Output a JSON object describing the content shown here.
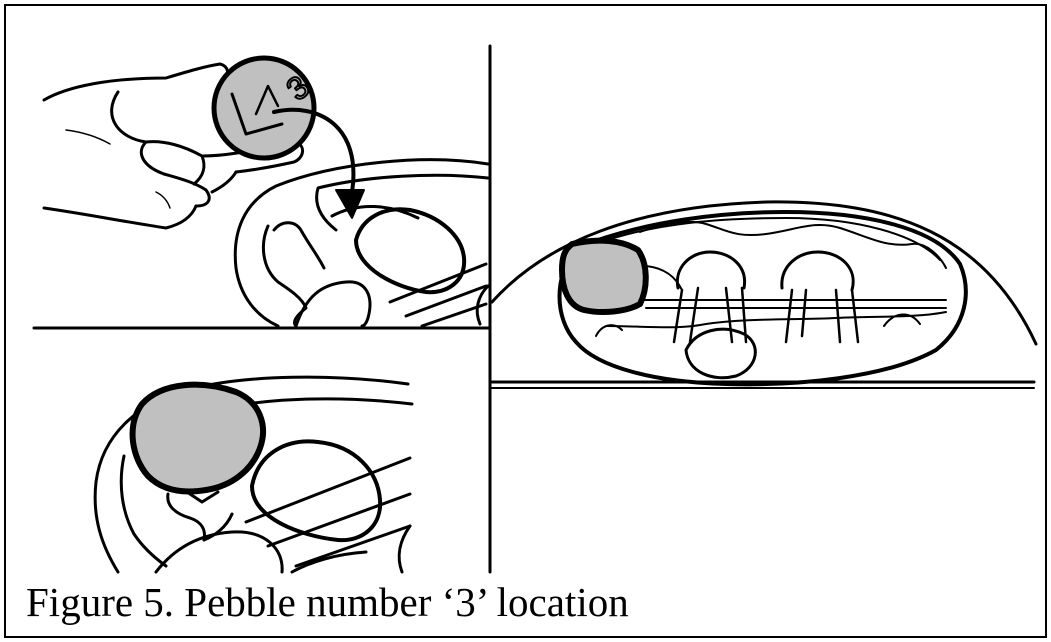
{
  "figure": {
    "caption": "Figure 5. Pebble number ‘3’ location",
    "pebble_label": "3",
    "highlight_color": "#c0c0c0",
    "line_color": "#000000"
  },
  "panels": [
    {
      "name": "panel-insert-pebble",
      "description_icon": "hand-icon"
    },
    {
      "name": "panel-pebble-closeup"
    },
    {
      "name": "panel-tray-overview"
    }
  ]
}
